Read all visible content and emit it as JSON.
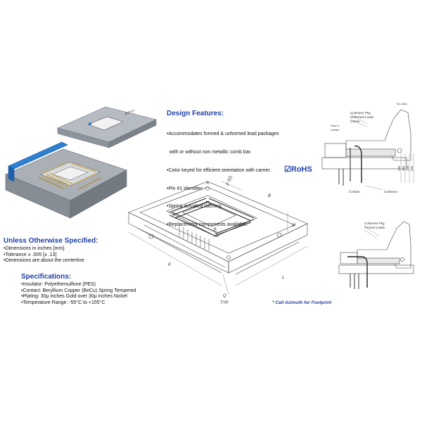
{
  "colors": {
    "heading": "#1f3fa6",
    "base_gray": "#9aa0a6",
    "cover_blue": "#2f7fd0",
    "contacts_gold": "#c7a24a",
    "pins_dark": "#2a2a2a"
  },
  "design_features": {
    "heading": "Design  Features:",
    "items": [
      "•Accommodates formed & unformed lead packages",
      "  with or without non metallic comb bar.",
      "•Color keyed for efficient orientation with carrier.",
      "•Pin #1 identifier.",
      "•Spring actuated latching.",
      "•Replacement components available."
    ]
  },
  "rohs": {
    "check": "☑",
    "label": "RoHS"
  },
  "unless_specified": {
    "heading": "Unless Otherwise Specified:",
    "items": [
      "•Dimensions in inches [mm].",
      "•Tolerance ± .005 [± .13]",
      "•Dimensions are about the centerline"
    ]
  },
  "specifications": {
    "heading": "Specifications:",
    "items": [
      "•Insulator: Polyethersulfone (PES)",
      "•Contact: Beryllium Copper (BeCu) Spring Tempered",
      "•Plating: 30μ inches Gold over 30μ inches Nickel",
      "•Temperature Range: -55°C to +155°C"
    ]
  },
  "footprint_note": "* Call Azimuth for Footprint",
  "drawing_labels": {
    "label_a": "A",
    "label_b": "B",
    "label_p_sq": "P SQ",
    "label_n_sq": "N SQ",
    "label_k": "K",
    "label_l": "L",
    "label_m": "M",
    "label_q": "Q",
    "label_typ": "TYP",
    "part_top": "A?7??",
    "part_side": "03-13A1",
    "detail_top": {
      "customer_pkg": "Customer Pkg",
      "unformed_leads": "Unformed Leads",
      "carrier": "Carrier",
      "pin_one": "Pane d",
      "contact_small": "contact",
      "contact": "Contact",
      "contactor": "Contactor",
      "dims": [
        ".230",
        ".300",
        ".330",
        ".350"
      ]
    },
    "detail_bottom": {
      "customer_pkg": "Customer Pkg",
      "formed_leads": "Formed Leads"
    }
  }
}
